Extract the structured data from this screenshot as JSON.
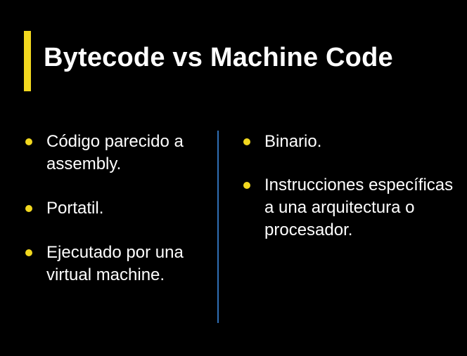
{
  "slide": {
    "title": "Bytecode vs Machine Code"
  },
  "left_column": {
    "items": [
      {
        "text": "Código parecido a assembly."
      },
      {
        "text": "Portatil."
      },
      {
        "text": "Ejecutado por una virtual machine."
      }
    ]
  },
  "right_column": {
    "items": [
      {
        "text": "Binario."
      },
      {
        "text": "Instrucciones específicas a una arquitectura o procesador."
      }
    ]
  },
  "colors": {
    "background": "#000000",
    "accent": "#f2d81f",
    "divider": "#2f6fb6",
    "text": "#ffffff"
  }
}
